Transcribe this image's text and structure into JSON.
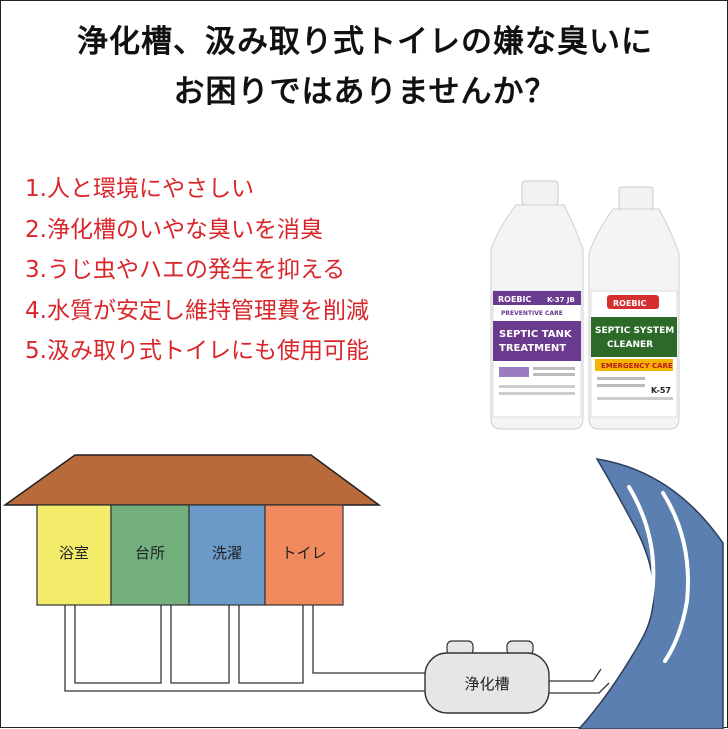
{
  "headline": {
    "line1": "浄化槽、汲み取り式トイレの嫌な臭いに",
    "line2": "お困りではありませんか？"
  },
  "benefits": [
    "1.人と環境にやさしい",
    "2.浄化槽のいやな臭いを消臭",
    "3.うじ虫やハエの発生を抑える",
    "4.水質が安定し維持管理費を削減",
    "5.汲み取り式トイレにも使用可能"
  ],
  "products": [
    {
      "brand": "ROEBIC",
      "code": "K-37 JB",
      "category": "PREVENTIVE CARE",
      "name_line1": "SEPTIC TANK",
      "name_line2": "TREATMENT",
      "accent_color": "#6a3a8e"
    },
    {
      "brand": "ROEBIC",
      "code": "K-57",
      "category": "EMERGENCY CARE",
      "name_line1": "SEPTIC SYSTEM",
      "name_line2": "CLEANER",
      "accent_color": "#2d6a2a"
    }
  ],
  "rooms": [
    {
      "label": "浴室",
      "color": "#f3ec6b"
    },
    {
      "label": "台所",
      "color": "#73b07e"
    },
    {
      "label": "洗濯",
      "color": "#6b9ac8"
    },
    {
      "label": "トイレ",
      "color": "#f08a5e"
    }
  ],
  "tank": {
    "label": "浄化槽"
  },
  "colors": {
    "headline": "#111111",
    "benefit_text": "#d8262b",
    "roof": "#b96a3a",
    "river": "#5a7fb0",
    "tank": "#e6e6e6"
  }
}
